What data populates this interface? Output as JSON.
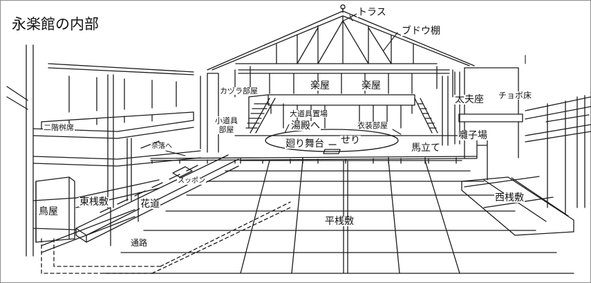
{
  "title": "永楽館の内部",
  "labels": {
    "truss": "トラス",
    "grid_ceiling": "ブドウ棚",
    "dressing_room_left": "楽屋",
    "dressing_room_right": "楽屋",
    "katsura_room": "カヅラ部屋",
    "props_room": "小道具\n部屋",
    "large_props": "大道具置場",
    "to_bath": "湯殿へ",
    "costume_room": "衣装部屋",
    "revolving_stage": "廻り舞台",
    "trap_lift": "せり",
    "tayuza": "太夫座",
    "chobodoko": "チョボ床",
    "hayashiba": "囃子場",
    "umatate": "馬立て",
    "second_floor_box": "二階桝席",
    "to_naraku": "奈落へ",
    "suppon": "スッポン",
    "torii": "鳥屋",
    "east_seats": "東桟敷",
    "hanamichi": "花道",
    "passage": "通路",
    "pit_seats": "平桟敷",
    "west_seats": "西桟敷"
  },
  "colors": {
    "line": "#1a1a1a",
    "frame": "#8a8a8a",
    "paper": "#ffffff"
  }
}
